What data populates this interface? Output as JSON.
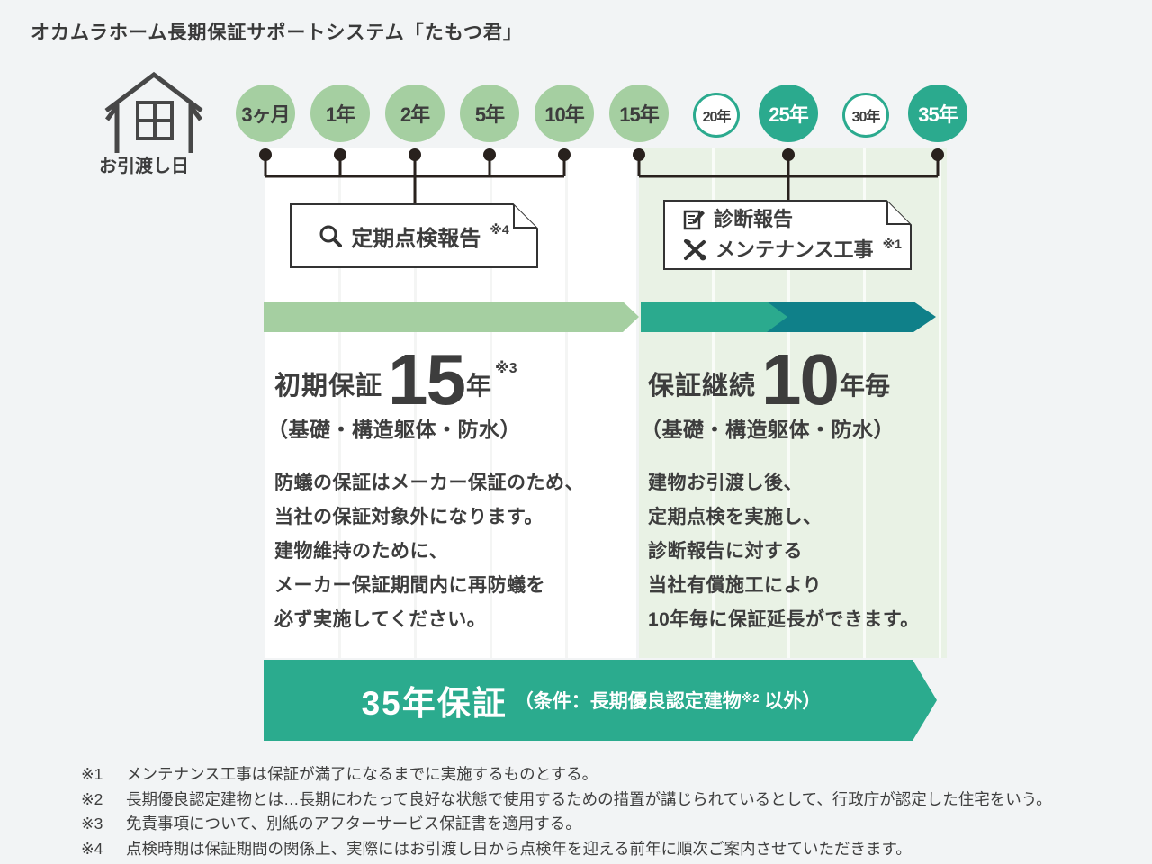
{
  "title": "オカムラホーム長期保証サポートシステム「たもつ君」",
  "handover_label": "お引渡し日",
  "timeline": [
    {
      "label": "3ヶ月"
    },
    {
      "label": "1年"
    },
    {
      "label": "2年"
    },
    {
      "label": "5年"
    },
    {
      "label": "10年"
    },
    {
      "label": "15年"
    },
    {
      "label": "20年"
    },
    {
      "label": "25年"
    },
    {
      "label": "30年"
    },
    {
      "label": "35年"
    }
  ],
  "colors": {
    "light_green": "#a5cfa1",
    "teal": "#2baa8e",
    "dark_teal": "#0f8089",
    "panel_green": "#e9f2e5",
    "ink": "#3d3d3d"
  },
  "inspection_doc": {
    "label": "定期点検報告",
    "sup": "※4"
  },
  "diagnosis_doc": {
    "line1": "診断報告",
    "line2": "メンテナンス工事",
    "line2_sup": "※1"
  },
  "initial": {
    "label": "初期保証",
    "big": "15",
    "unit": "年",
    "sup": "※3",
    "scope": "（基礎・構造躯体・防水）",
    "lines": [
      "防蟻の保証はメーカー保証のため、",
      "当社の保証対象外になります。",
      "建物維持のために、",
      "メーカー保証期間内に再防蟻を",
      "必ず実施してください。"
    ]
  },
  "continued": {
    "label": "保証継続",
    "big": "10",
    "unit": "年毎",
    "scope": "（基礎・構造躯体・防水）",
    "lines": [
      "建物お引渡し後、",
      "定期点検を実施し、",
      "診断報告に対する",
      "当社有償施工により",
      "10年毎に保証延長ができます。"
    ]
  },
  "banner": {
    "main": "35年保証",
    "cond_prefix": "（条件：長期優良認定建物",
    "cond_sup": "※2",
    "cond_suffix": " 以外）"
  },
  "footnotes": [
    {
      "mark": "※1",
      "text": "メンテナンス工事は保証が満了になるまでに実施するものとする。"
    },
    {
      "mark": "※2",
      "text": "長期優良認定建物とは…長期にわたって良好な状態で使用するための措置が講じられているとして、行政庁が認定した住宅をいう。"
    },
    {
      "mark": "※3",
      "text": "免責事項について、別紙のアフターサービス保証書を適用する。"
    },
    {
      "mark": "※4",
      "text": "点検時期は保証期間の関係上、実際にはお引渡し日から点検年を迎える前年に順次ご案内させていただきます。"
    }
  ]
}
